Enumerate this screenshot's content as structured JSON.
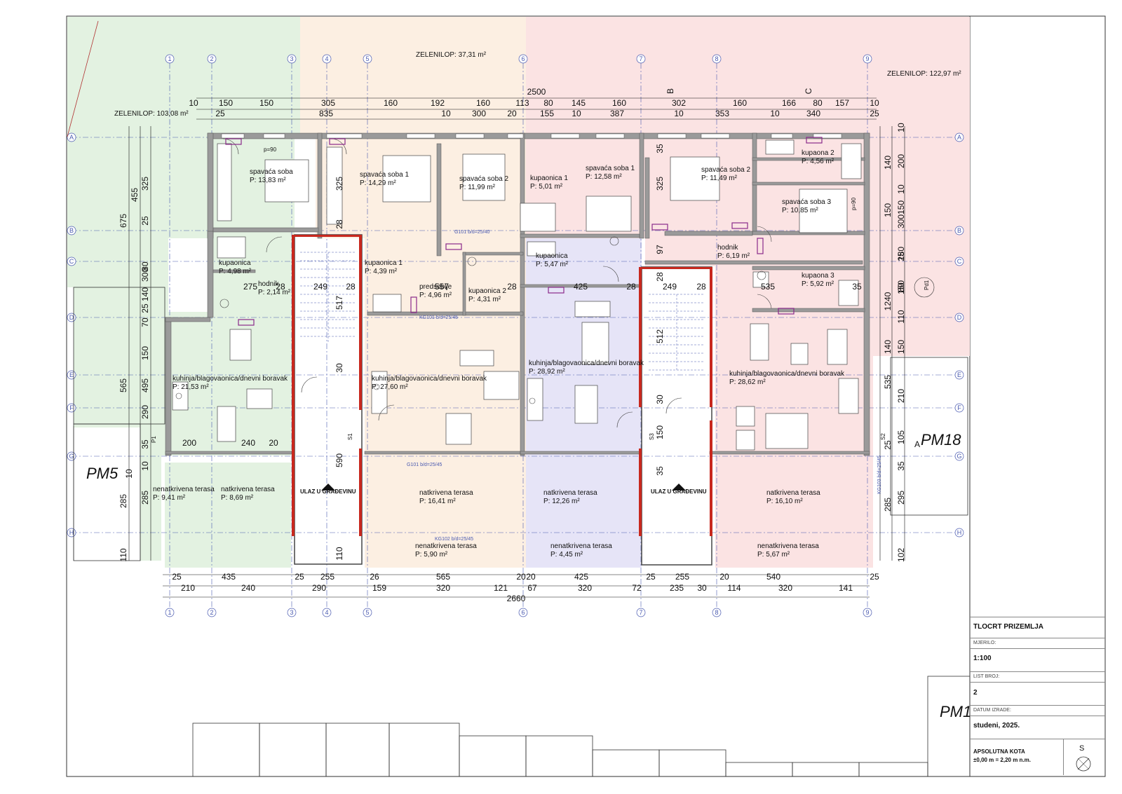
{
  "zones": [
    {
      "name": "ZELENILO",
      "area": "P: 103,08 m²"
    },
    {
      "name": "ZELENILO",
      "area": "P: 37,31 m²"
    },
    {
      "name": "ZELENILO",
      "area": "P: 122,97 m²"
    }
  ],
  "rooms": [
    {
      "name": "spavaća soba",
      "area": "13,83 m²"
    },
    {
      "name": "spavaća soba 1",
      "area": "14,29 m²"
    },
    {
      "name": "spavaća soba 2",
      "area": "11,99 m²"
    },
    {
      "name": "kupaonica 1",
      "area": "5,01 m²"
    },
    {
      "name": "spavaća soba 1",
      "area": "12,58 m²"
    },
    {
      "name": "spavaća soba 2",
      "area": "11,49 m²"
    },
    {
      "name": "kupaona 2",
      "area": "4,56 m²"
    },
    {
      "name": "spavaća soba 3",
      "area": "10,85 m²"
    },
    {
      "name": "kupaonica",
      "area": "4,98 m²"
    },
    {
      "name": "hodnik",
      "area": "2,14 m²"
    },
    {
      "name": "kupaonica 1",
      "area": "4,39 m²"
    },
    {
      "name": "predsoblje",
      "area": "4,96 m²"
    },
    {
      "name": "kupaonica 2",
      "area": "4,31 m²"
    },
    {
      "name": "kupaonica",
      "area": "5,47 m²"
    },
    {
      "name": "hodnik",
      "area": "6,19 m²"
    },
    {
      "name": "kupaona 3",
      "area": "5,92 m²"
    },
    {
      "name": "kuhinja/blagovaonica/dnevni boravak",
      "area": "21,53 m²"
    },
    {
      "name": "kuhinja/blagovaonica/dnevni boravak",
      "area": "27,60 m²"
    },
    {
      "name": "kuhinja/blagovaonica/dnevni boravak",
      "area": "28,92 m²"
    },
    {
      "name": "kuhinja/blagovaonica/dnevni boravak",
      "area": "28,62 m²"
    },
    {
      "name": "nenatkrivena terasa",
      "area": "9,41 m²"
    },
    {
      "name": "natkrivena terasa",
      "area": "8,69 m²"
    },
    {
      "name": "natkrivena terasa",
      "area": "16,41 m²"
    },
    {
      "name": "natkrivena terasa",
      "area": "12,26 m²"
    },
    {
      "name": "natkrivena terasa",
      "area": "16,10 m²"
    },
    {
      "name": "nenatkrivena terasa",
      "area": "5,90 m²"
    },
    {
      "name": "nenatkrivena terasa",
      "area": "4,45 m²"
    },
    {
      "name": "nenatkrivena terasa",
      "area": "5,67 m²"
    }
  ],
  "area_prefix": "P:",
  "entrances": [
    "ULAZ U GRAĐEVINU",
    "ULAZ U GRAĐEVINU"
  ],
  "parking": [
    "PM5",
    "PM18",
    "PM1"
  ],
  "dimensions": {
    "top_total": "2500",
    "top_row1": [
      "10",
      "150",
      "150",
      "305",
      "160",
      "192",
      "160",
      "113",
      "80",
      "145",
      "160",
      "302",
      "160",
      "166",
      "80",
      "157",
      "10"
    ],
    "top_row2": [
      "25",
      "835",
      "10",
      "300",
      "20",
      "155",
      "10",
      "387",
      "10",
      "353",
      "10",
      "340",
      "25"
    ],
    "bottom_row1": [
      "25",
      "435",
      "25",
      "255",
      "26",
      "565",
      "20",
      "20",
      "425",
      "25",
      "255",
      "20",
      "540",
      "25"
    ],
    "bottom_row2": [
      "210",
      "240",
      "290",
      "159",
      "320",
      "121",
      "67",
      "320",
      "72",
      "235",
      "30",
      "114",
      "320",
      "141"
    ],
    "bottom_total": "2660",
    "left_outer": [
      "675",
      "565",
      "285",
      "110"
    ],
    "left_inner": [
      "455",
      "325",
      "25",
      "80",
      "300",
      "140",
      "25",
      "70",
      "150",
      "495",
      "290",
      "35",
      "10",
      "285"
    ],
    "right_inner": [
      "10",
      "200",
      "10",
      "150",
      "300",
      "180",
      "25",
      "80",
      "150",
      "110",
      "150",
      "210",
      "105",
      "35",
      "295",
      "102"
    ],
    "right_outer": [
      "140",
      "150",
      "140",
      "1240",
      "535",
      "25",
      "285"
    ],
    "stairs": [
      "249",
      "28",
      "517",
      "30",
      "590",
      "110",
      "249",
      "28",
      "512",
      "30",
      "150",
      "35"
    ],
    "interior": [
      "275",
      "28",
      "557",
      "28",
      "425",
      "28",
      "535",
      "35",
      "200",
      "240",
      "20",
      "10",
      "325",
      "28",
      "97",
      "28",
      "325",
      "35"
    ]
  },
  "grid_axes": {
    "numbers": [
      "1",
      "2",
      "3",
      "4",
      "5",
      "6",
      "7",
      "8",
      "9"
    ],
    "letters": [
      "A",
      "B",
      "C",
      "D",
      "E",
      "F",
      "G",
      "H"
    ],
    "section_marks": [
      "B",
      "C"
    ]
  },
  "beam_labels": [
    "G101 b/d=25/40",
    "KG101 b/d=25/45",
    "G101 b/d=25/45",
    "KG102 b/d=25/45",
    "KG103 b/d=25/45"
  ],
  "misc": [
    "p=90",
    "p=90",
    "Pd1",
    "P1",
    "S1",
    "S2",
    "S3",
    "A"
  ],
  "title_block": {
    "title": "TLOCRT PRIZEMLJA",
    "scale_label": "MJERILO:",
    "scale": "1:100",
    "sheet_label": "LIST BROJ:",
    "sheet": "2",
    "date_label": "DATUM IZRADE:",
    "date": "studeni, 2025.",
    "abs_label": "APSOLUTNA KOTA",
    "abs_value": "±0,00 m =  2,20 m n.m.",
    "north": "S"
  },
  "colors": {
    "green": "#e3f2e1",
    "peach": "#fcefe2",
    "pink": "#fbe3e3",
    "lavender": "#e6e4f7",
    "wall": "#9a9a9a",
    "axis": "#4a5ab0",
    "red_wall": "#c8281e",
    "purple": "#8a2a8a"
  }
}
